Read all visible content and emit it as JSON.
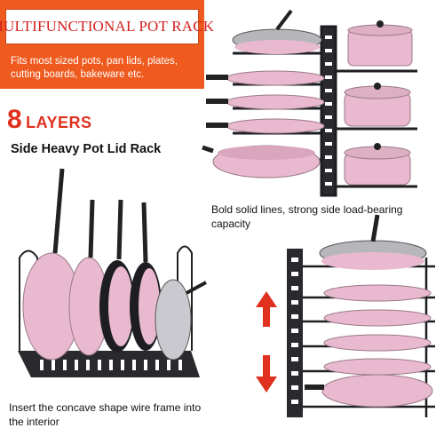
{
  "banner": {
    "title": "MULTIFUNCTIONAL POT RACK",
    "description": "Fits most sized pots, pan lids, plates, cutting boards, bakeware etc."
  },
  "layers": {
    "number": "8",
    "word": "LAYERS"
  },
  "subtitle": "Side Heavy Pot Lid Rack",
  "captions": {
    "right": "Bold solid lines, strong side load-bearing capacity",
    "left": "Insert the concave shape wire frame into the interior"
  },
  "colors": {
    "banner": "#ef5a1e",
    "title_red": "#d21f1f",
    "layers_red": "#e0301e",
    "pan_pink": "#e9b9cf",
    "rack_black": "#1e1e22",
    "arrow_red": "#e0301e"
  }
}
